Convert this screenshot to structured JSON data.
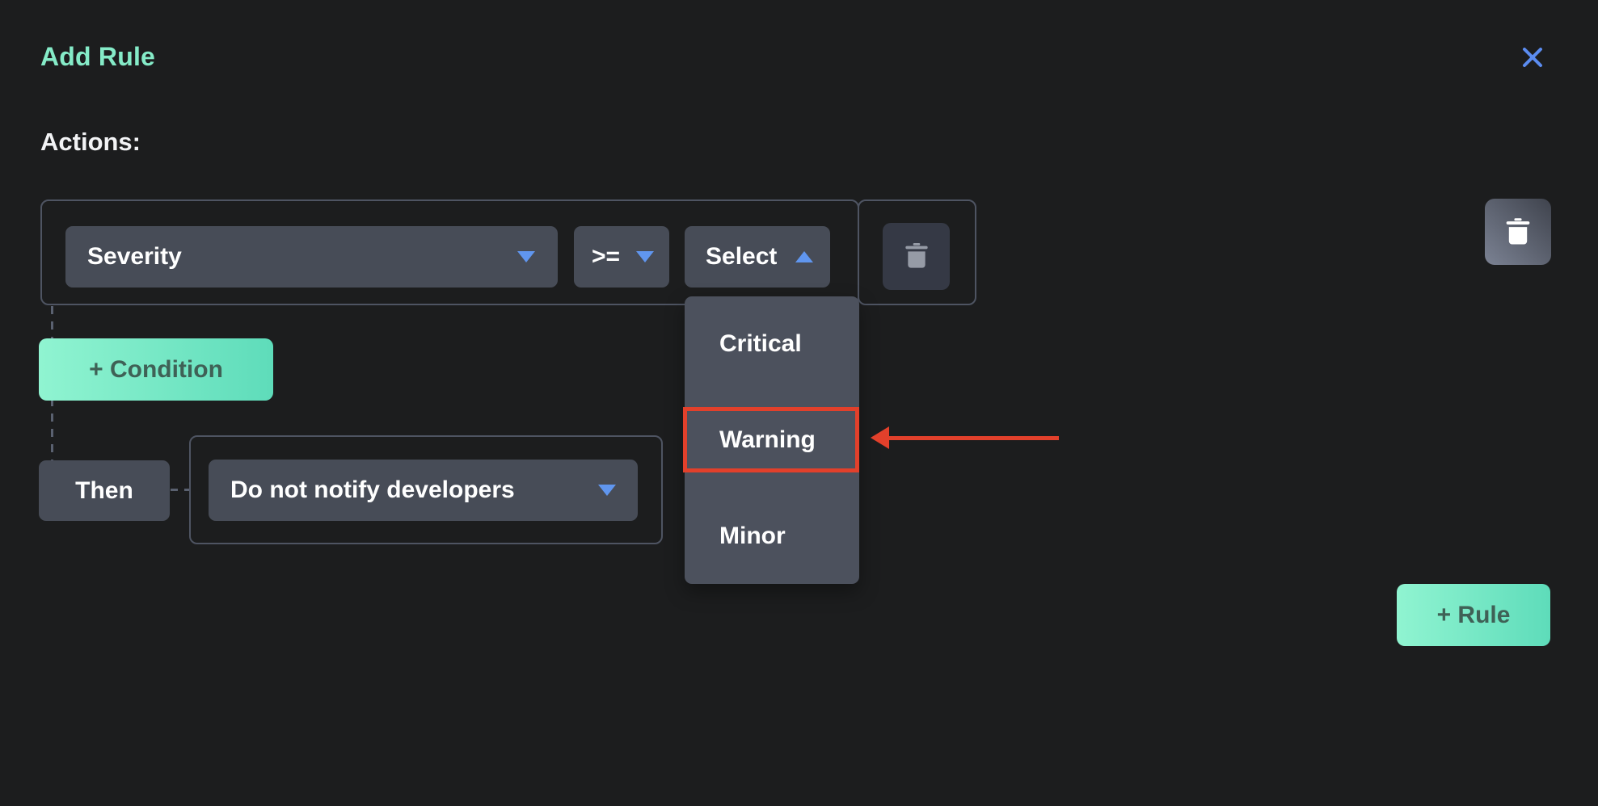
{
  "colors": {
    "accent_mint": "#85ebc8",
    "chevron_blue": "#6096ef",
    "close_blue": "#5b8cf0",
    "annotation_red": "#e2402b",
    "panel_gray": "#474c57"
  },
  "header": {
    "title": "Add Rule"
  },
  "section": {
    "label": "Actions:"
  },
  "condition_row": {
    "field_select": {
      "value": "Severity"
    },
    "operator_select": {
      "value": ">="
    },
    "value_select": {
      "value": "Select"
    }
  },
  "value_menu": {
    "items": [
      {
        "label": "Critical"
      },
      {
        "label": "Warning"
      },
      {
        "label": "Minor"
      }
    ],
    "highlighted_item": "Warning"
  },
  "add_condition_button": {
    "label": "+ Condition"
  },
  "then_row": {
    "label": "Then",
    "action_select": {
      "value": "Do not notify developers"
    }
  },
  "add_rule_button": {
    "label": "+ Rule"
  }
}
